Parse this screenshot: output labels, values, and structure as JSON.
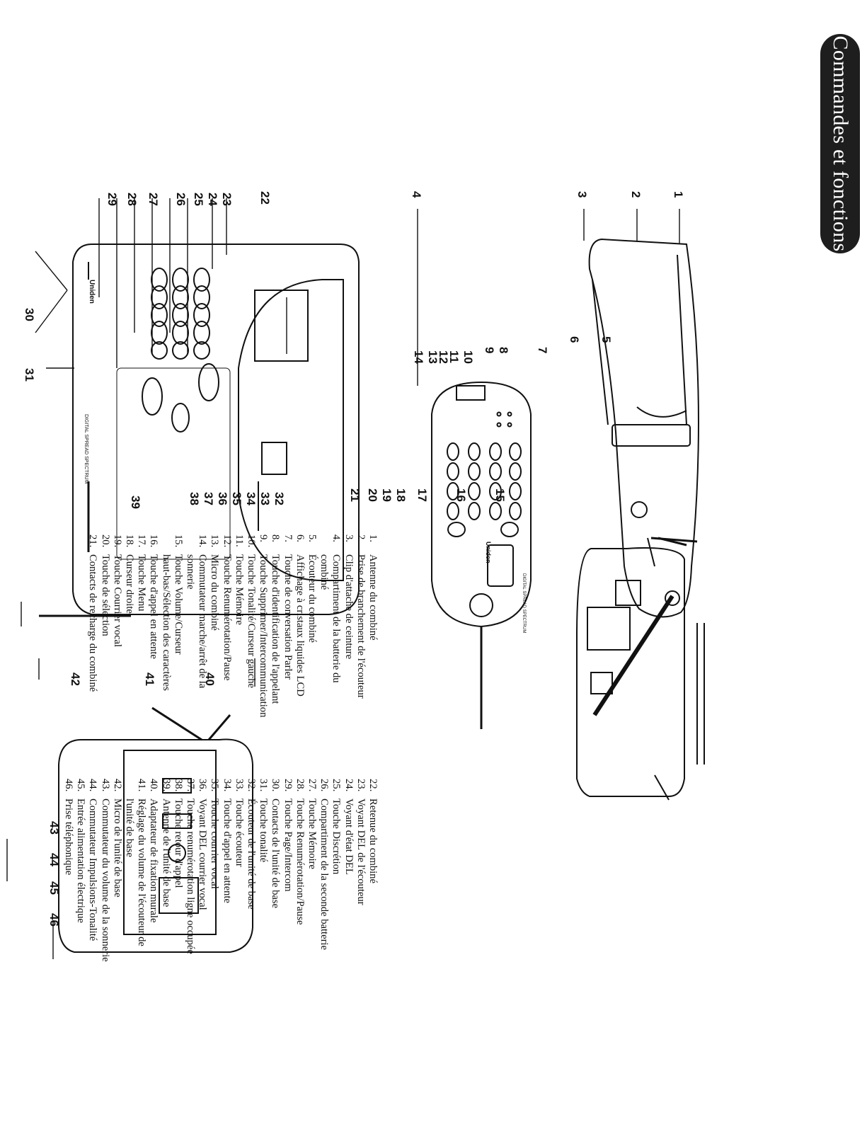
{
  "page": {
    "title": "Commandes et fonctions"
  },
  "legend_left": [
    {
      "n": "1.",
      "label": "Antenne du combiné"
    },
    {
      "n": "2.",
      "label": "Prise de branchement de l'écouteur"
    },
    {
      "n": "3.",
      "label": "Clip d'attache de ceinture"
    },
    {
      "n": "4.",
      "label": "Compartiment de la batterie du"
    },
    {
      "n": "",
      "label": "combiné"
    },
    {
      "n": "5.",
      "label": "Écouteur du combiné"
    },
    {
      "n": "6.",
      "label": "Affichage à cristaux liquides LCD"
    },
    {
      "n": "7.",
      "label": "Touche de conversation Parler"
    },
    {
      "n": "8.",
      "label": "Touche d'identification de l'appelant"
    },
    {
      "n": "9.",
      "label": "Touche Supprimer/Intercommunication"
    },
    {
      "n": "10.",
      "label": "Touche Tonalité/Curseur gauche"
    },
    {
      "n": "11.",
      "label": "Touche Mémoire"
    },
    {
      "n": "12.",
      "label": "Touche Renumérotation/Pause"
    },
    {
      "n": "13.",
      "label": "Micro du combiné"
    },
    {
      "n": "14.",
      "label": "Commutateur marche/arrêt de la"
    },
    {
      "n": "",
      "label": "sonnerie"
    },
    {
      "n": "15.",
      "label": "Touche Volume/Curseur"
    },
    {
      "n": "",
      "label": "haut-bas/Sélection des caractères"
    },
    {
      "n": "16.",
      "label": "Touche d'appel en attente"
    },
    {
      "n": "17.",
      "label": "Touche Menu"
    },
    {
      "n": "18.",
      "label": "Curseur droite"
    },
    {
      "n": "19.",
      "label": "Touche Courrier vocal"
    },
    {
      "n": "20.",
      "label": "Touche de sélection"
    },
    {
      "n": "21.",
      "label": "Contacts de recharge du combiné"
    }
  ],
  "legend_right": [
    {
      "n": "22.",
      "label": "Retenue du combiné"
    },
    {
      "n": "23.",
      "label": "Voyant DEL de l'écouteur"
    },
    {
      "n": "24.",
      "label": "Voyant d'état DEL"
    },
    {
      "n": "25.",
      "label": "Touche Discrétion"
    },
    {
      "n": "26.",
      "label": "Compartiment de la seconde batterie"
    },
    {
      "n": "27.",
      "label": "Touche Mémoire"
    },
    {
      "n": "28.",
      "label": "Touche Renumérotation/Pause"
    },
    {
      "n": "29.",
      "label": "Touche Page/Intercom"
    },
    {
      "n": "30.",
      "label": "Contacts de l'unité de base"
    },
    {
      "n": "31.",
      "label": "Touche tonalité"
    },
    {
      "n": "32.",
      "label": "Écouteur de l'unité de base"
    },
    {
      "n": "33.",
      "label": "Touche écouteur"
    },
    {
      "n": "34.",
      "label": "Touche d'appel en attente"
    },
    {
      "n": "35.",
      "label": "Touche courrier vocal"
    },
    {
      "n": "36.",
      "label": "Voyant DEL courrier vocal"
    },
    {
      "n": "37.",
      "label": "Touche renumérotation ligne occupée"
    },
    {
      "n": "38.",
      "label": "Touche retour d'appel"
    },
    {
      "n": "39.",
      "label": "Antenne de l'unité de base"
    },
    {
      "n": "40.",
      "label": "Adaptateur de fixation murale"
    },
    {
      "n": "41.",
      "label": "Réglage du volume de l'écouteur de"
    },
    {
      "n": "",
      "label": "l'unité de base"
    },
    {
      "n": "42.",
      "label": "Micro de l'unité de base"
    },
    {
      "n": "43.",
      "label": "Commutateur du volume de la sonnerie"
    },
    {
      "n": "44.",
      "label": "Commutateur Impulsions-Tonalité"
    },
    {
      "n": "45.",
      "label": "Entrée alimentation électrique"
    },
    {
      "n": "46.",
      "label": "Prise téléphonique"
    }
  ],
  "callouts": {
    "c1": "1",
    "c2": "2",
    "c3": "3",
    "c4": "4",
    "c5": "5",
    "c6": "6",
    "c7": "7",
    "c8": "8",
    "c9": "9",
    "c10": "10",
    "c11": "11",
    "c12": "12",
    "c13": "13",
    "c14": "14",
    "c15": "15",
    "c16": "16",
    "c17": "17",
    "c18": "18",
    "c19": "19",
    "c20": "20",
    "c21": "21",
    "c22": "22",
    "c23": "23",
    "c24": "24",
    "c25": "25",
    "c26": "26",
    "c27": "27",
    "c28": "28",
    "c29": "29",
    "c30": "30",
    "c31": "31",
    "c32": "32",
    "c33": "33",
    "c34": "34",
    "c35": "35",
    "c36": "36",
    "c37": "37",
    "c38": "38",
    "c39": "39",
    "c40": "40",
    "c41": "41",
    "c42": "42",
    "c43": "43",
    "c44": "44",
    "c45": "45",
    "c46": "46"
  },
  "device_text": {
    "handset_brand": "Uniden",
    "handset_band": "DIGITAL SPREAD SPECTRUM",
    "base_brand": "Uniden",
    "base_band": "DIGITAL SPREAD SPECTRUM"
  }
}
